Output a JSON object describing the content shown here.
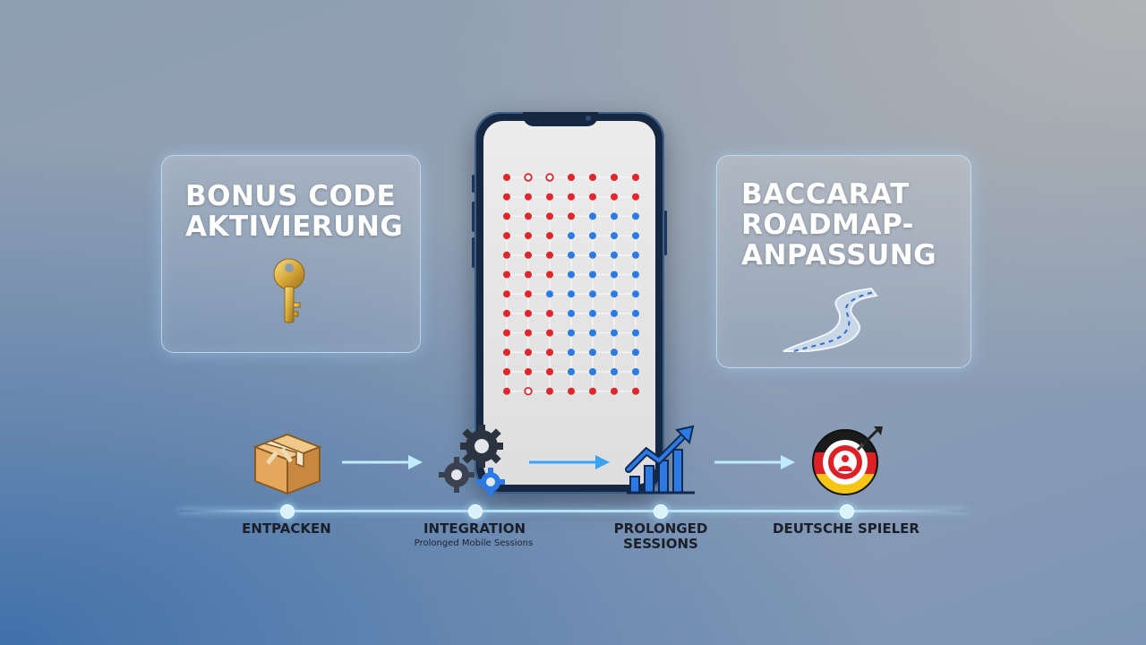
{
  "cards": {
    "left": {
      "title": "BONUS CODE AKTIVIERUNG",
      "icon": "key-icon"
    },
    "right": {
      "title": "BACCARAT ROADMAP-ANPASSUNG",
      "icon": "road-icon"
    }
  },
  "phone": {
    "screen": "baccarat-roadmap",
    "colors": {
      "banker": "#e0262b",
      "player": "#2c7be5",
      "line": "#f4f4f4"
    }
  },
  "steps": [
    {
      "label": "ENTPACKEN",
      "sublabel": "",
      "icon": "package-box-icon"
    },
    {
      "label": "INTEGRATION",
      "sublabel": "Prolonged Mobile Sessions",
      "icon": "gears-icon"
    },
    {
      "label": "PROLONGED SESSIONS",
      "sublabel": "",
      "icon": "growth-chart-icon"
    },
    {
      "label": "DEUTSCHE SPIELER",
      "sublabel": "",
      "icon": "target-player-icon"
    }
  ]
}
